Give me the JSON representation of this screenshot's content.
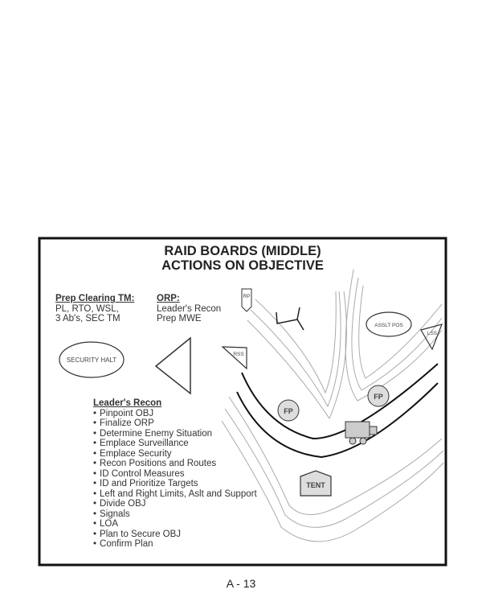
{
  "diagram": {
    "title_line1": "RAID BOARDS (MIDDLE)",
    "title_line2": "ACTIONS ON OBJECTIVE",
    "prep_clearing": {
      "heading": "Prep Clearing TM:",
      "lines": [
        "PL, RTO, WSL,",
        "3 Ab's, SEC TM"
      ]
    },
    "orp": {
      "heading": "ORP:",
      "lines": [
        "Leader's Recon",
        "Prep MWE"
      ]
    },
    "leaders_recon": {
      "heading": "Leader's Recon",
      "items": [
        "Pinpoint OBJ",
        "Finalize ORP",
        "Determine Enemy Situation",
        "Emplace Surveillance",
        "Emplace Security",
        "Recon Positions and Routes",
        "ID Control Measures",
        "ID and Prioritize Targets",
        "Left and Right Limits, Aslt and Support",
        "Divide OBJ",
        "Signals",
        "LOA",
        "Plan to Secure OBJ",
        "Confirm Plan"
      ]
    },
    "symbols": {
      "security_halt": "SECURITY HALT",
      "rp": "RP",
      "rss": "RSS",
      "assault_position": "ASSLT POS",
      "lss": "LSS",
      "fp1": "FP",
      "fp2": "FP",
      "tent": "TENT"
    }
  },
  "page_number": "A - 13"
}
